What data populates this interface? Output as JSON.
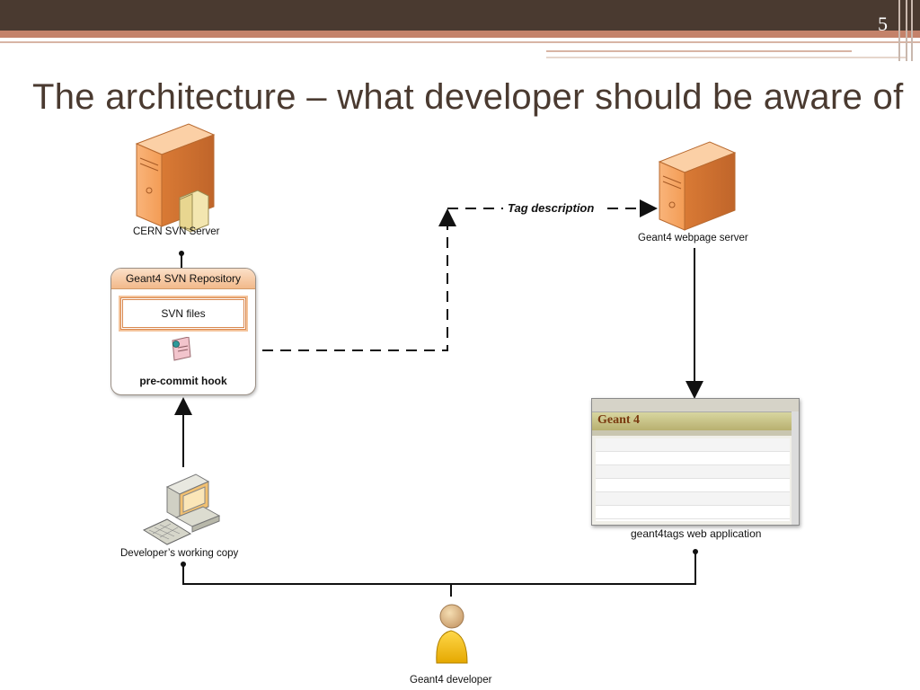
{
  "slide": {
    "page_number": "5",
    "title": "The architecture – what developer should be aware of"
  },
  "diagram": {
    "cern_server_label": "CERN SVN Server",
    "repository_title": "Geant4 SVN Repository",
    "svn_files_label": "SVN files",
    "hook_label": "pre-commit hook",
    "tag_description_label": "Tag description",
    "webpage_server_label": "Geant4 webpage server",
    "webapp_label": "geant4tags web application",
    "webapp_logo": "Geant 4",
    "working_copy_label": "Developer’s working copy",
    "developer_label": "Geant4 developer"
  },
  "colors": {
    "header_dark": "#4a3a30",
    "header_stripe": "#c4826a",
    "server_orange": "#f4a460",
    "repo_header": "#f2b98a",
    "developer_yellow": "#f5c518"
  }
}
